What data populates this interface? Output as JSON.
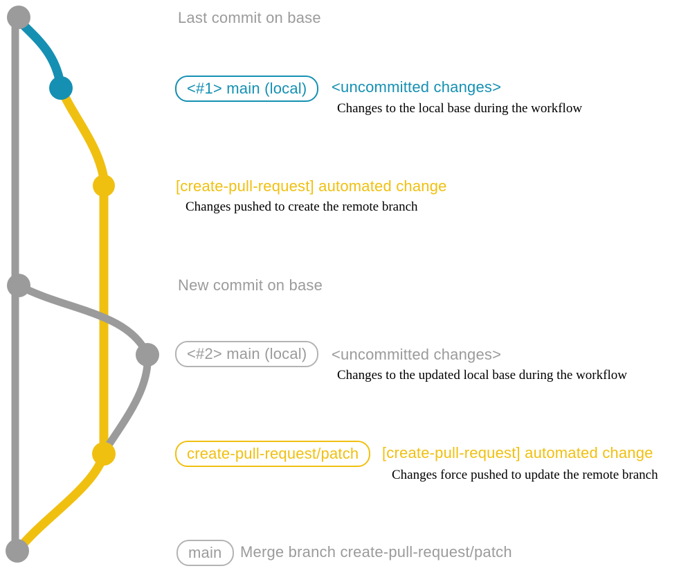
{
  "colors": {
    "background": "#ffffff",
    "gray": "#9b9b9b",
    "grayBorder": "#b3b3b3",
    "teal": "#1590b2",
    "yellow": "#f0c011",
    "caption": "#000000"
  },
  "labels": {
    "last_commit": "Last commit on base",
    "new_commit": "New commit on base"
  },
  "row1": {
    "badge": "<#1> main (local)",
    "heading": "<uncommitted changes>",
    "caption": "Changes to the local base during the workflow"
  },
  "row2": {
    "heading": "[create-pull-request] automated change",
    "caption": "Changes pushed to create the remote branch"
  },
  "row3": {
    "badge": "<#2> main (local)",
    "heading": "<uncommitted changes>",
    "caption": "Changes to the updated local base during the workflow"
  },
  "row4": {
    "badge": "create-pull-request/patch",
    "heading": "[create-pull-request] automated change",
    "caption": "Changes force pushed to update the remote branch"
  },
  "row5": {
    "badge": "main",
    "message": "Merge branch create-pull-request/patch"
  }
}
